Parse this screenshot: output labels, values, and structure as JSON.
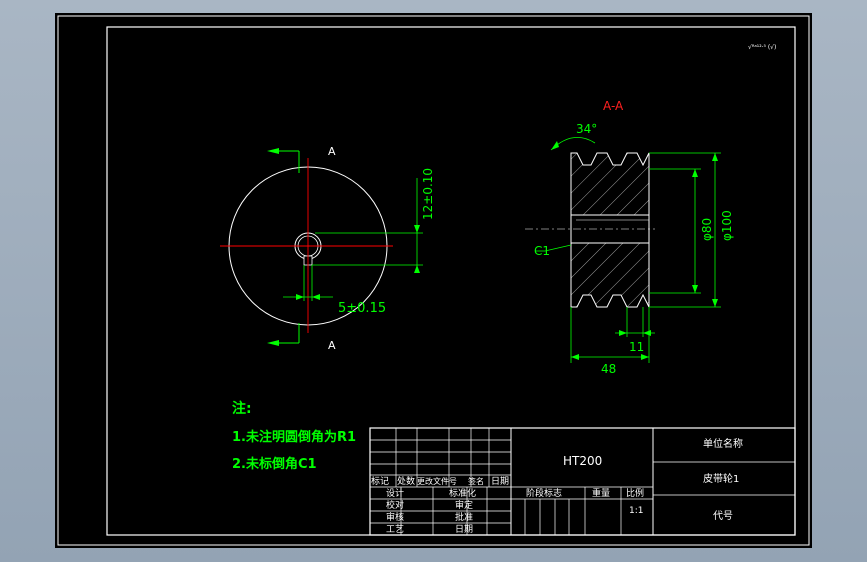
{
  "drawing": {
    "section_label": "A-A",
    "cut_label_top": "A",
    "cut_label_bottom": "A",
    "angle_label": "34°",
    "dim_keyway_depth": "12±0.10",
    "dim_key_width": "5±0.15",
    "dim_dia_inner": "φ80",
    "dim_dia_outer": "φ100",
    "dim_width": "48",
    "dim_small": "11",
    "chamfer_label": "C1",
    "roughness_mark": "√ᴿᵃ¹²·⁵ (√)"
  },
  "notes": {
    "title": "注:",
    "line1": "1.未注明圆倒角为R1",
    "line2": "2.未标倒角C1"
  },
  "title_block": {
    "material": "HT200",
    "company": "单位名称",
    "part_name": "皮带轮1",
    "code_label": "代号",
    "rev_headers": [
      "标记",
      "处数",
      "更改文件号",
      "签名",
      "日期"
    ],
    "row_design": "设计",
    "row_standard": "标准化",
    "row_check": "校对",
    "row_review": "审定",
    "row_audit": "审核",
    "row_approve": "批准",
    "row_process": "工艺",
    "row_date": "日期",
    "stage_label": "阶段标志",
    "weight_label": "重量",
    "scale_label": "比例",
    "scale_value": "1:1"
  },
  "colors": {
    "line_white": "#ffffff",
    "dim_green": "#00ff00",
    "center_red": "#ff0000",
    "note_green": "#00ff00",
    "section_red": "#ff2020"
  }
}
